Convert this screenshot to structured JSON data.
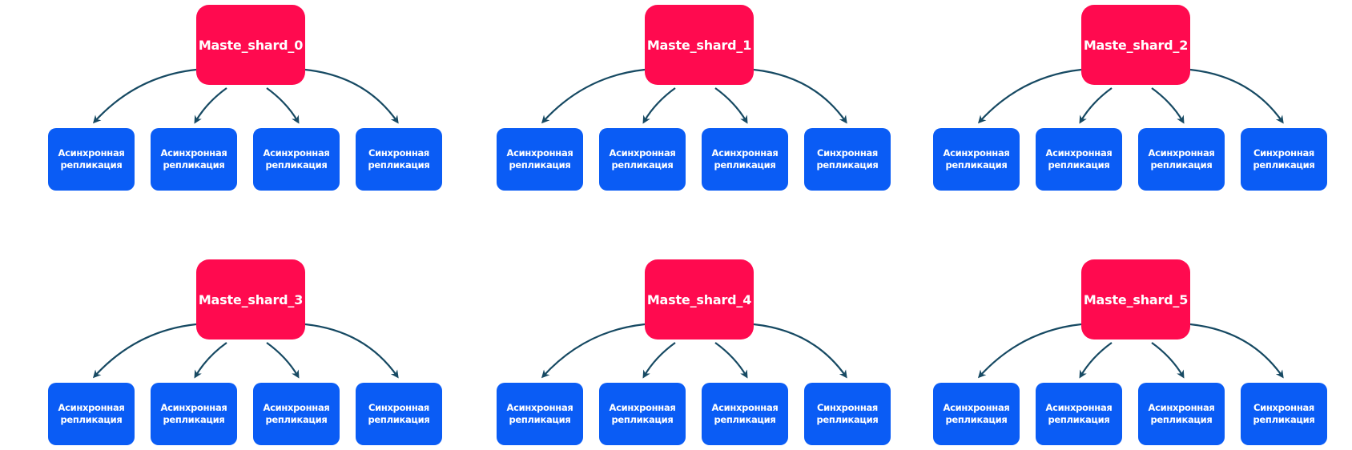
{
  "colors": {
    "master": "#ff0a4f",
    "replica": "#0a5cf5",
    "arrow": "#174a63"
  },
  "replica_labels": {
    "async": "Асинхронная\nрепликация",
    "sync": "Синхронная\nрепликация"
  },
  "shards": [
    {
      "name": "Maste_shard_0",
      "replicas": [
        "async",
        "async",
        "async",
        "sync"
      ]
    },
    {
      "name": "Maste_shard_1",
      "replicas": [
        "async",
        "async",
        "async",
        "sync"
      ]
    },
    {
      "name": "Maste_shard_2",
      "replicas": [
        "async",
        "async",
        "async",
        "sync"
      ]
    },
    {
      "name": "Maste_shard_3",
      "replicas": [
        "async",
        "async",
        "async",
        "sync"
      ]
    },
    {
      "name": "Maste_shard_4",
      "replicas": [
        "async",
        "async",
        "async",
        "sync"
      ]
    },
    {
      "name": "Maste_shard_5",
      "replicas": [
        "async",
        "async",
        "async",
        "sync"
      ]
    }
  ]
}
